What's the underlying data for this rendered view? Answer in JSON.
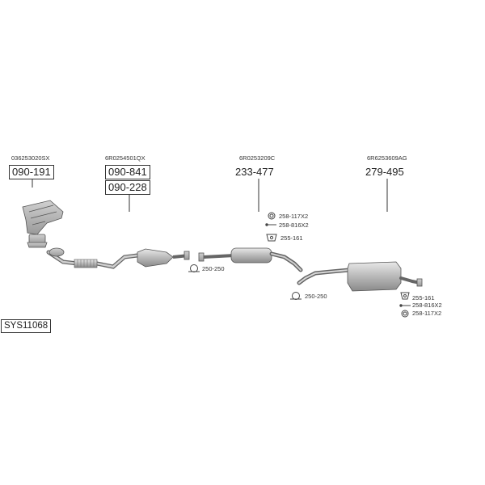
{
  "system_code": "SYS11068",
  "groups": [
    {
      "oe": "036253020SX",
      "parts": [
        "090-191"
      ]
    },
    {
      "oe": "6R0254501QX",
      "parts": [
        "090-841",
        "090-228"
      ]
    },
    {
      "oe": "6R0253209C",
      "parts": [
        "233-477"
      ]
    },
    {
      "oe": "6R6253609AG",
      "parts": [
        "279-495"
      ]
    }
  ],
  "accessories": {
    "clamp_a": "250-250",
    "clamp_b": "250-250",
    "mid_ring": "258-117X2",
    "mid_bolt": "258-816X2",
    "mid_hanger": "255-161",
    "rear_hanger": "255-161",
    "rear_bolt": "258-816X2",
    "rear_ring": "258-117X2"
  }
}
